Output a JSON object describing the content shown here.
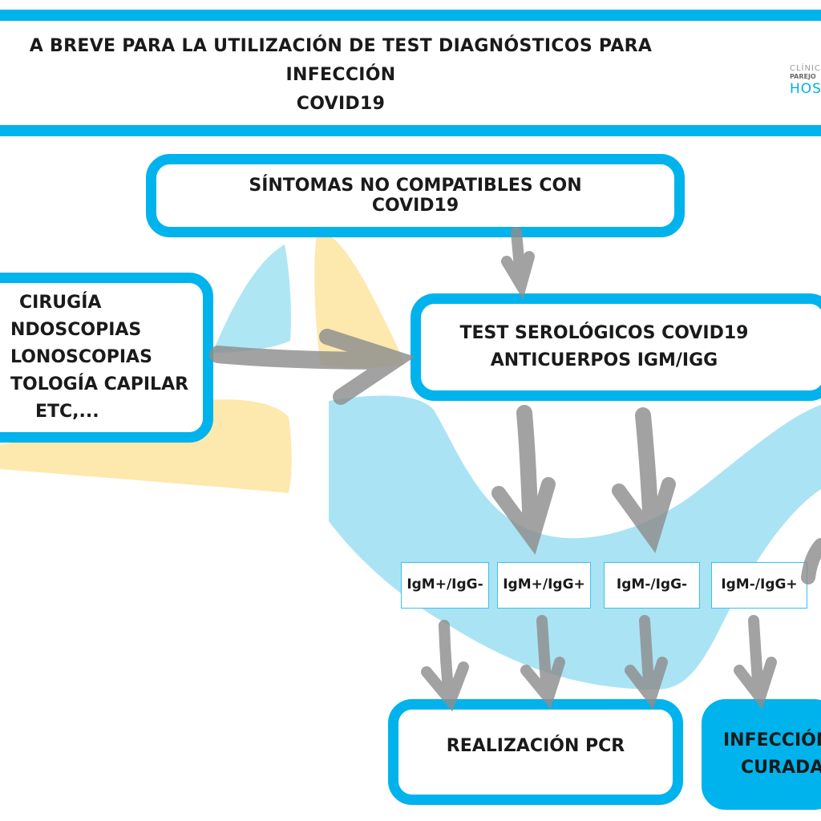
{
  "header": {
    "title_line1": "A BREVE PARA LA UTILIZACIÓN DE TEST DIAGNÓSTICOS PARA INFECCIÓN",
    "title_line2": "COVID19",
    "logo_line1": "CLÍNIC",
    "logo_line2": "PAREJO",
    "logo_line3": "HOS"
  },
  "boxes": {
    "symptoms": {
      "line1": "SÍNTOMAS NO COMPATIBLES CON",
      "line2": "COVID19"
    },
    "procedures": [
      "CIRUGÍA",
      "NDOSCOPIAS",
      "LONOSCOPIAS",
      "TOLOGÍA CAPILAR",
      "ETC,..."
    ],
    "serology": {
      "line1": "TEST SEROLÓGICOS COVID19",
      "line2": "ANTICUERPOS IGM/IGG"
    },
    "pcr": "REALIZACIÓN PCR",
    "cured": {
      "line1": "INFECCIÓN",
      "line2": "CURADA"
    }
  },
  "results": [
    "IgM+/IgG-",
    "IgM+/IgG+",
    "IgM-/IgG-",
    "IgM-/IgG+"
  ],
  "colors": {
    "accent": "#00b3ec",
    "arrow": "#8e8e8e",
    "highlight_blue": "#a5e3f3",
    "highlight_yellow": "#fde7a9"
  }
}
